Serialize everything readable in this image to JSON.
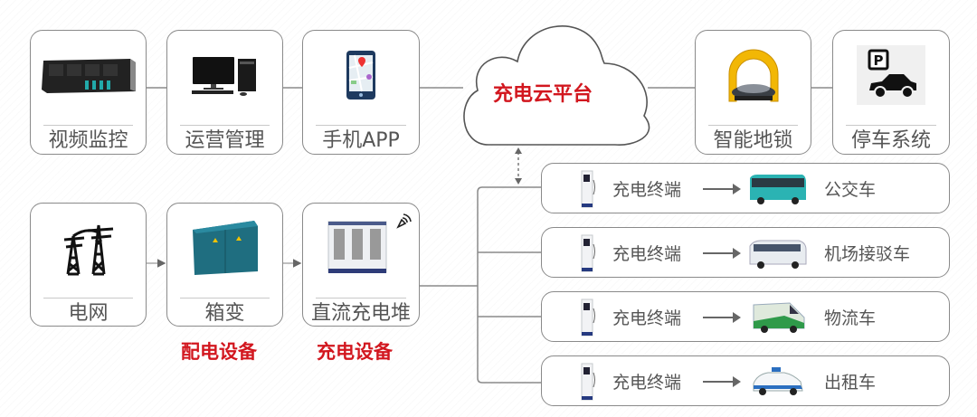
{
  "platform": {
    "label": "充电云平台",
    "icon": "cloud-icon",
    "color": "#d2171f"
  },
  "top_left_nodes": [
    {
      "label": "视频监控",
      "icon": "server-rack-icon"
    },
    {
      "label": "运营管理",
      "icon": "desktop-computer-icon"
    },
    {
      "label": "手机APP",
      "icon": "mobile-phone-map-icon"
    }
  ],
  "top_right_nodes": [
    {
      "label": "智能地锁",
      "icon": "parking-lock-icon"
    },
    {
      "label": "停车系统",
      "icon": "parking-car-icon"
    }
  ],
  "power_chain": [
    {
      "label": "电网",
      "icon": "power-tower-icon"
    },
    {
      "label": "箱变",
      "icon": "box-transformer-icon"
    },
    {
      "label": "直流充电堆",
      "icon": "dc-charging-stack-icon",
      "badge_icon": "wireless-signal-icon"
    }
  ],
  "category_labels": {
    "distribution": "配电设备",
    "charging": "充电设备",
    "color": "#d2171f"
  },
  "terminal_rows": [
    {
      "terminal_label": "充电终端",
      "terminal_icon": "charging-pile-icon",
      "vehicle_label": "公交车",
      "vehicle_icon": "city-bus-icon"
    },
    {
      "terminal_label": "充电终端",
      "terminal_icon": "charging-pile-icon",
      "vehicle_label": "机场接驳车",
      "vehicle_icon": "coach-bus-icon"
    },
    {
      "terminal_label": "充电终端",
      "terminal_icon": "charging-pile-icon",
      "vehicle_label": "物流车",
      "vehicle_icon": "logistics-van-icon"
    },
    {
      "terminal_label": "充电终端",
      "terminal_icon": "charging-pile-icon",
      "vehicle_label": "出租车",
      "vehicle_icon": "taxi-icon"
    }
  ],
  "colors": {
    "border": "#8a8a8a",
    "text": "#555555",
    "accent_red": "#d2171f"
  }
}
